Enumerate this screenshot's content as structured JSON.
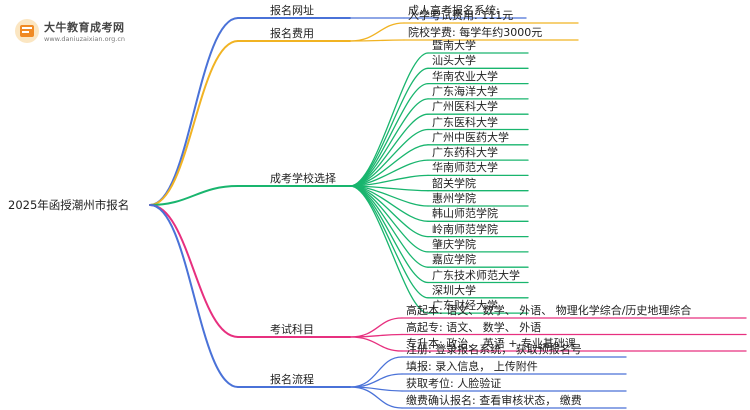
{
  "logo": {
    "name": "大牛教育成考网",
    "url": "www.daniuzaixian.org.cn"
  },
  "root": "2025年函授潮州市报名",
  "colors": {
    "b1": "#4a72d8",
    "b2": "#f1b323",
    "b3": "#19b56e",
    "b4": "#e7307f",
    "b5": "#4a72d8"
  },
  "branches": [
    {
      "label": "报名网址",
      "children": [
        "成人高考报名系统:"
      ]
    },
    {
      "label": "报名费用",
      "children": [
        "入学考试费用: 111元",
        "院校学费: 每学年约3000元"
      ]
    },
    {
      "label": "成考学校选择",
      "children": [
        "暨南大学",
        "汕头大学",
        "华南农业大学",
        "广东海洋大学",
        "广州医科大学",
        "广东医科大学",
        "广州中医药大学",
        "广东药科大学",
        "华南师范大学",
        "韶关学院",
        "惠州学院",
        "韩山师范学院",
        "岭南师范学院",
        "肇庆学院",
        "嘉应学院",
        "广东技术师范大学",
        "深圳大学",
        "广东财经大学"
      ]
    },
    {
      "label": "考试科目",
      "children": [
        "高起本: 语文、 数学、 外语、 物理化学综合/历史地理综合",
        "高起专: 语文、 数学、 外语",
        "专升本: 政治、 英语 + 专业基础课"
      ]
    },
    {
      "label": "报名流程",
      "children": [
        "注册: 登录报名系统， 获取预报名号",
        "填报: 录入信息， 上传附件",
        "获取考位: 人脸验证",
        "缴费确认报名: 查看审核状态， 缴费"
      ]
    }
  ]
}
